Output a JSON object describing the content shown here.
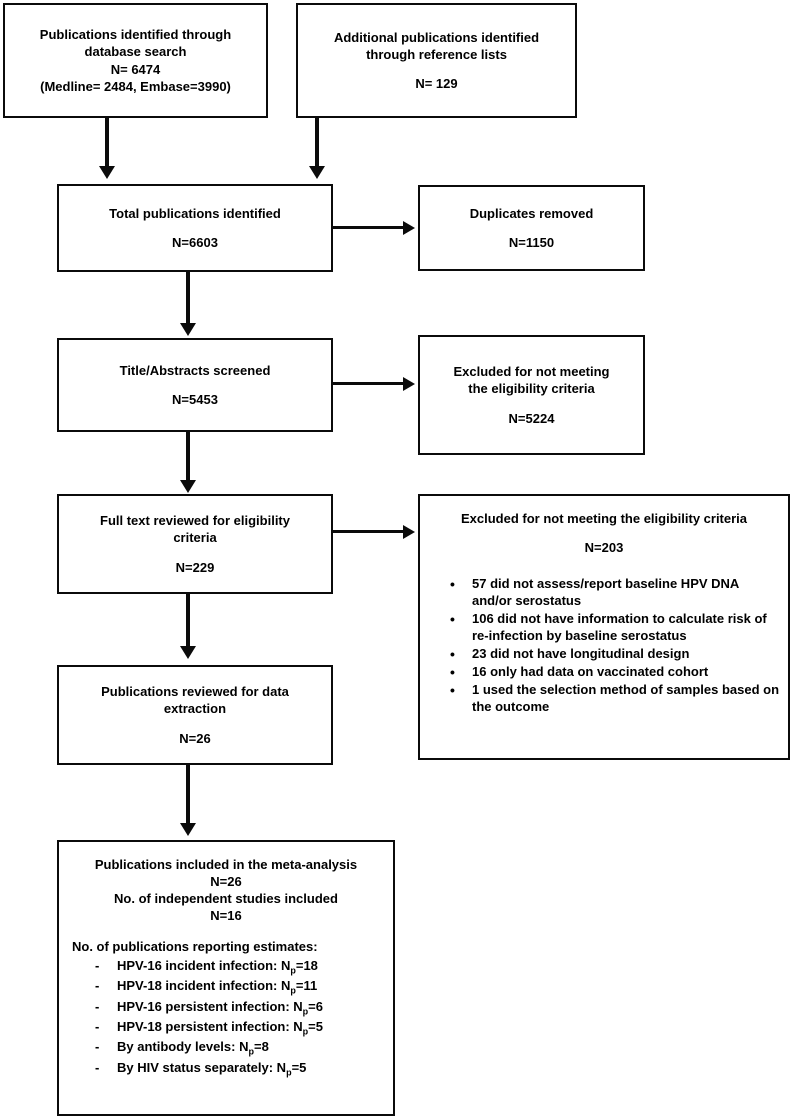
{
  "diagram": {
    "title": "PRISMA study selection flow diagram",
    "accent_color": "#0b0b0b",
    "background_color": "#ffffff"
  },
  "boxes": {
    "database_search": {
      "line1": "Publications identified through",
      "line2": "database search",
      "line3": "N= 6474",
      "line4": "(Medline= 2484, Embase=3990)"
    },
    "reference_lists": {
      "line1": "Additional publications identified",
      "line2": "through reference lists",
      "line3": "N= 129"
    },
    "total_identified": {
      "line1": "Total publications identified",
      "line2": "N=6603"
    },
    "duplicates_removed": {
      "line1": "Duplicates removed",
      "line2": "N=1150"
    },
    "titles_screened": {
      "line1": "Title/Abstracts screened",
      "line2": "N=5453"
    },
    "excluded_screening": {
      "line1": "Excluded for not meeting",
      "line2": "the eligibility criteria",
      "line3": "N=5224"
    },
    "full_text_reviewed": {
      "line1": "Full text reviewed for eligibility",
      "line2": "criteria",
      "line3": "N=229"
    },
    "excluded_fulltext": {
      "header": "Excluded for not meeting the eligibility criteria",
      "count": "N=203",
      "reasons": [
        "57 did not assess/report baseline HPV DNA and/or serostatus",
        "106 did not have information to calculate risk of re-infection by baseline serostatus",
        "23 did not have longitudinal design",
        "16 only had data on vaccinated cohort",
        "1 used the selection method of samples based on the outcome"
      ]
    },
    "data_extraction": {
      "line1": "Publications reviewed for data",
      "line2": "extraction",
      "line3": "N=26"
    },
    "included_final": {
      "line1": "Publications included in the meta-analysis",
      "line2": "N=26",
      "line3": "No. of independent studies included",
      "line4": "N=16",
      "estimates_label": "No. of publications reporting estimates:",
      "estimates": [
        {
          "text": "HPV-16 incident infection: N",
          "sub": "p",
          "value": "=18"
        },
        {
          "text": "HPV-18 incident infection: N",
          "sub": "p",
          "value": "=11"
        },
        {
          "text": "HPV-16 persistent infection: N",
          "sub": "p",
          "value": "=6"
        },
        {
          "text": "HPV-18 persistent infection: N",
          "sub": "p",
          "value": "=5"
        },
        {
          "text": "By antibody levels: N",
          "sub": "p",
          "value": "=8"
        },
        {
          "text": "By HIV status separately: N",
          "sub": "p",
          "value": "=5"
        }
      ]
    }
  },
  "connectors": {
    "database_to_total": "down-arrow",
    "reference_to_total": "down-arrow",
    "total_to_duplicates": "right-arrow",
    "total_to_titles": "down-arrow",
    "titles_to_excluded": "right-arrow",
    "titles_to_fulltext": "down-arrow",
    "fulltext_to_excluded": "right-arrow",
    "fulltext_to_extraction": "down-arrow",
    "extraction_to_included": "down-arrow"
  }
}
